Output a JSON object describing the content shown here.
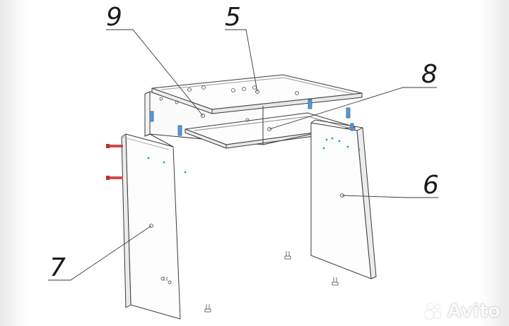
{
  "labels": {
    "part_5": "5",
    "part_6": "6",
    "part_7": "7",
    "part_8": "8",
    "part_9": "9"
  },
  "watermark": {
    "text": "Avito"
  },
  "colors": {
    "line": "#3a3a3a",
    "label": "#1a1a1a",
    "screw": "#d44a4a",
    "clip": "#3a7fd4",
    "hole": "#2aa7a0"
  }
}
